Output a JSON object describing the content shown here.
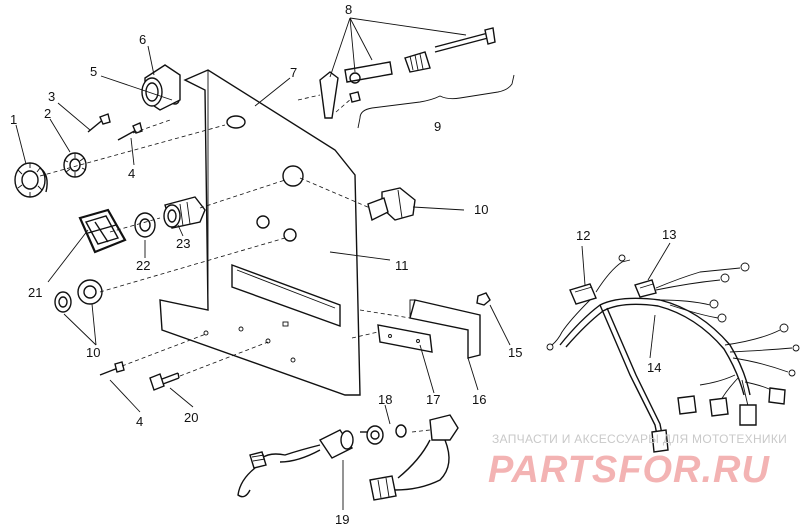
{
  "callouts": [
    "1",
    "2",
    "3",
    "4",
    "5",
    "6",
    "7",
    "8",
    "9",
    "10",
    "10",
    "11",
    "12",
    "13",
    "14",
    "15",
    "16",
    "17",
    "18",
    "19",
    "20",
    "21",
    "22",
    "23",
    "4"
  ],
  "watermark": {
    "line1": "ЗАПЧАСТИ И АКСЕССУАРЫ ДЛЯ МОТОТЕХНИКИ",
    "line2": "PARTSFOR.RU"
  },
  "colors": {
    "ink": "#111111",
    "watermark_grey": "#c9c9c9",
    "watermark_red": "#f3b3b3"
  }
}
